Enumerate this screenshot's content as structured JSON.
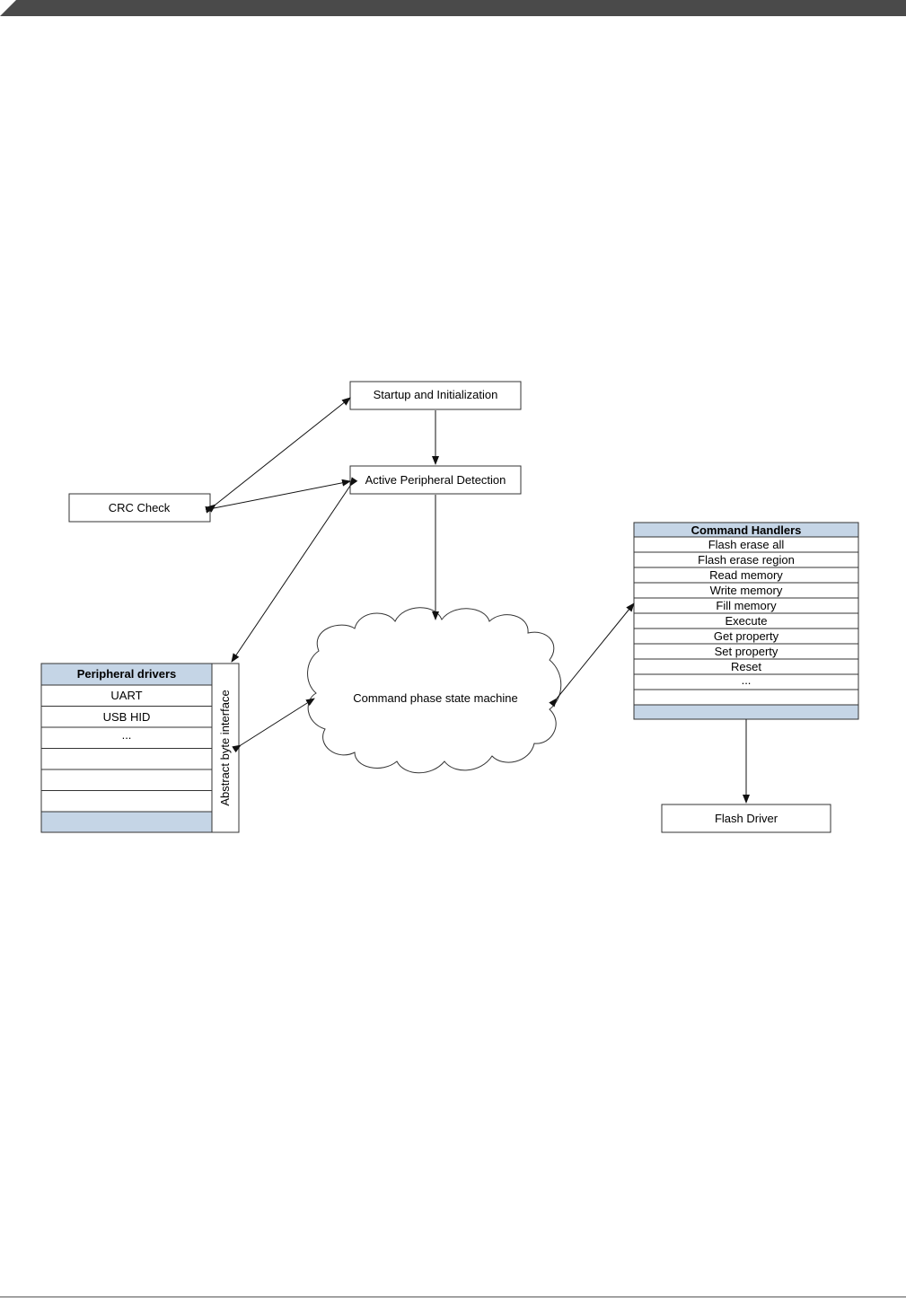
{
  "nodes": {
    "startup": "Startup and Initialization",
    "detection": "Active Peripheral Detection",
    "crc": "CRC Check",
    "state_machine": "Command phase state machine",
    "flash_driver": "Flash Driver",
    "abstract_interface": "Abstract byte interface"
  },
  "peripheral_drivers": {
    "title": "Peripheral drivers",
    "rows": [
      "UART",
      "USB HID",
      "..."
    ]
  },
  "command_handlers": {
    "title": "Command Handlers",
    "rows": [
      "Flash erase all",
      "Flash erase region",
      "Read memory",
      "Write memory",
      "Fill memory",
      "Execute",
      "Get property",
      "Set property",
      "Reset",
      "..."
    ]
  },
  "colors": {
    "header_fill": "#c5d5e6",
    "top_bar": "#4a4a4a"
  }
}
